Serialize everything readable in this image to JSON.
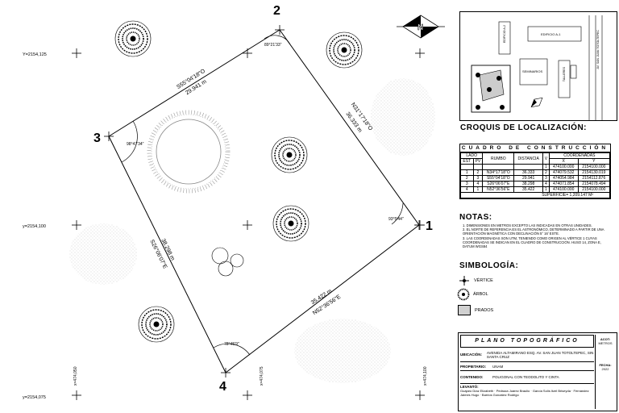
{
  "plan": {
    "vertices": [
      {
        "label": "1",
        "angle": "93°5'44\""
      },
      {
        "label": "2",
        "angle": "89°21'33\""
      },
      {
        "label": "3",
        "angle": "98°47'34\""
      },
      {
        "label": "4",
        "angle": "78°45'9\""
      }
    ],
    "sides": [
      {
        "bearing": "N31°17'18\"O",
        "distance": "36.333 m"
      },
      {
        "bearing": "S55°04'18\"O",
        "distance": "29.941 m"
      },
      {
        "bearing": "S26°06'07\"E",
        "distance": "38.298 m"
      },
      {
        "bearing": "N52°36'56\"E",
        "distance": "35.422 m"
      }
    ],
    "grid_labels_y": [
      "Y=2154,125",
      "y=2154,100",
      "y=2154,075"
    ],
    "grid_labels_x": [
      "x=474,050",
      "x=474,075",
      "x=474,100"
    ]
  },
  "croquis": {
    "title": "CROQUIS DE LOCALIZACIÓN:",
    "buildings": [
      "EDIFICIO A-2",
      "EDIFICIO A-1",
      "SEMINARIOS",
      "TALLERES"
    ],
    "street": "AV. SAN JUAN TOTOLTEPEC"
  },
  "cuadro": {
    "title": "CUADRO DE CONSTRUCCIÓN",
    "headers": {
      "lado": "LADO",
      "est": "EST",
      "pv": "PV",
      "rumbo": "RUMBO",
      "distancia": "DISTANCIA",
      "v": "V",
      "coordenadas": "COORDENADAS",
      "x": "X",
      "y": "Y"
    },
    "rows": [
      {
        "est": "",
        "pv": "",
        "rumbo": "",
        "distancia": "",
        "v": "1",
        "x": "474100.000",
        "y": "2154100.000"
      },
      {
        "est": "1",
        "pv": "2",
        "rumbo": "N34°17'18\"O",
        "distancia": "36.333",
        "v": "2",
        "x": "474079.532",
        "y": "2154130.019"
      },
      {
        "est": "2",
        "pv": "3",
        "rumbo": "S55°04'18\"O",
        "distancia": "29.941",
        "v": "3",
        "x": "474054.984",
        "y": "2154112.876"
      },
      {
        "est": "3",
        "pv": "4",
        "rumbo": "S26°06'07\"E",
        "distancia": "38.298",
        "v": "4",
        "x": "474071.854",
        "y": "2154078.494"
      },
      {
        "est": "4",
        "pv": "1",
        "rumbo": "N52°36'56\"E",
        "distancia": "35.422",
        "v": "1",
        "x": "474100.000",
        "y": "2154100.000"
      }
    ],
    "superficie": "SUPERFICIE= 1,209.147 M²"
  },
  "notas": {
    "title": "NOTAS:",
    "items": [
      "1.   DIMENSIONES EN METROS EXCEPTO LAS INDICADAS EN OTRAS UNIDADES.",
      "2.   EL NORTE DE REFERENCIA ES EL ASTRONÓMICO, DETERMINADO A PARTIR DE UNA ORIENTACIÓN MAGNÉTICA CON DECLINACIÓN 5° 16' ESTE.",
      "3.   LAS COORDENADAS SON UTM, TENIENDO COMO ORIGEN AL VÉRTICE 1 CUYAS COORDENADAS SE INDICAN EN EL CUADRO DE CONSTRUCCIÓN. HUSO 14, ZONA E, DATUM WGS84"
    ]
  },
  "simbologia": {
    "title": "SIMBOLOGÍA:",
    "items": [
      "VÉRTICE",
      "ÁRBOL",
      "PRADOS"
    ]
  },
  "titleblock": {
    "title": "PLANO TOPOGRÁFICO",
    "rows": [
      {
        "key": "UBICACIÓN:",
        "value": "AVENIDA ALTAMIRANO ESQ. AV. SAN JUAN TOTOLTEPEC, SIN SANTA CRUZ"
      },
      {
        "key": "PROPIETARIO:",
        "value": "UNAM"
      },
      {
        "key": "CONTENIDO:",
        "value": "POLIGONAL CON TEODOLITO Y CINTA"
      },
      {
        "key": "LEVANTÓ:",
        "value": "Guajaro Díaz Elizabeth · Pedraza Juárez Braulio · García Solís Itzel Briseyda · Fernández Jaimes Hugo · Barrios González Rodrigo"
      }
    ],
    "side": [
      "ACOT:",
      "METROS",
      "FECHA:",
      "2022"
    ]
  },
  "colors": {
    "line": "#000000",
    "prado": "#d0d0d0",
    "tree": "#000000"
  }
}
